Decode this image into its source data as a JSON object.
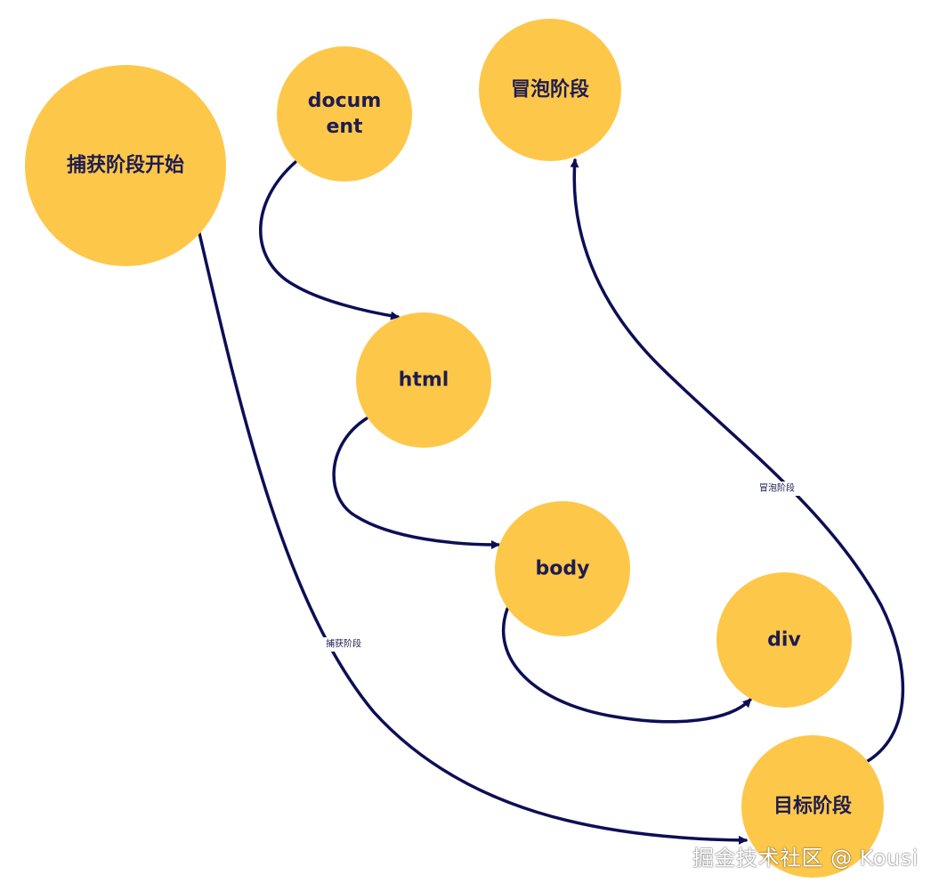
{
  "colors": {
    "node_fill": "#FDC84A",
    "node_text": "#1F1C4F",
    "edge": "#0C0F55",
    "edge_label_text": "#1F1C4F"
  },
  "nodes": [
    {
      "id": "capture-start",
      "lines": [
        "捕获阶段开始"
      ]
    },
    {
      "id": "document",
      "lines": [
        "docum",
        "ent"
      ]
    },
    {
      "id": "bubble",
      "lines": [
        "冒泡阶段"
      ]
    },
    {
      "id": "html",
      "lines": [
        "html"
      ]
    },
    {
      "id": "body",
      "lines": [
        "body"
      ]
    },
    {
      "id": "div",
      "lines": [
        "div"
      ]
    },
    {
      "id": "target",
      "lines": [
        "目标阶段"
      ]
    }
  ],
  "edges": [
    {
      "id": "document-to-html",
      "from": "document",
      "to": "html",
      "label": ""
    },
    {
      "id": "html-to-body",
      "from": "html",
      "to": "body",
      "label": ""
    },
    {
      "id": "body-to-div",
      "from": "body",
      "to": "div",
      "label": ""
    },
    {
      "id": "capture-to-target",
      "from": "capture-start",
      "to": "target",
      "label": "捕获阶段"
    },
    {
      "id": "target-to-bubble",
      "from": "target",
      "to": "bubble",
      "label": "冒泡阶段"
    }
  ],
  "watermark": "掘金技术社区 @ Kousi"
}
